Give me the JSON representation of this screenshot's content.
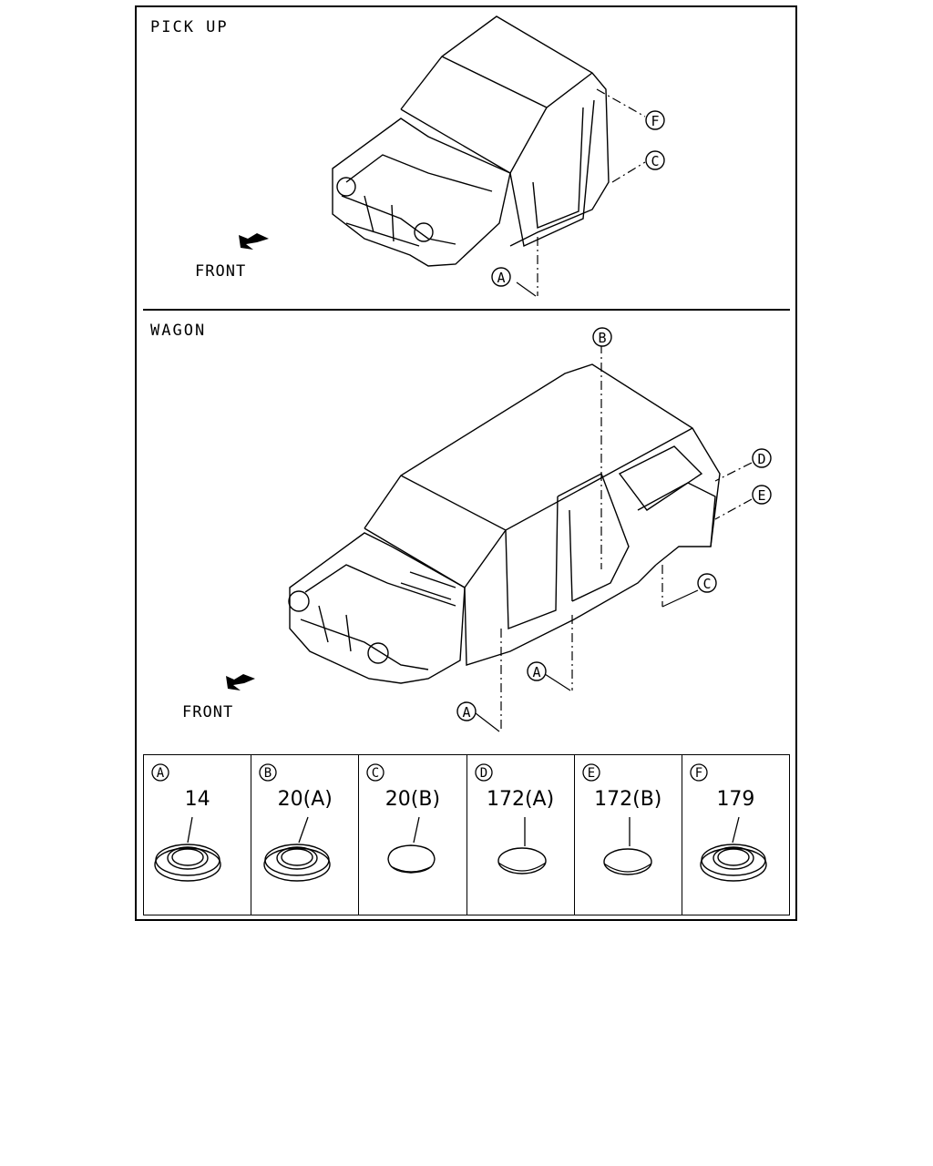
{
  "pickup": {
    "title": "PICK UP",
    "front": "FRONT",
    "callouts": [
      "F",
      "C",
      "A"
    ]
  },
  "wagon": {
    "title": "WAGON",
    "front": "FRONT",
    "callouts": [
      "B",
      "D",
      "E",
      "C",
      "A",
      "A"
    ]
  },
  "legend": [
    {
      "letter": "A",
      "part": "14",
      "shape": "grommet"
    },
    {
      "letter": "B",
      "part": "20(A)",
      "shape": "grommet"
    },
    {
      "letter": "C",
      "part": "20(B)",
      "shape": "dome-plug"
    },
    {
      "letter": "D",
      "part": "172(A)",
      "shape": "flat-plug"
    },
    {
      "letter": "E",
      "part": "172(B)",
      "shape": "flat-plug"
    },
    {
      "letter": "F",
      "part": "179",
      "shape": "grommet"
    }
  ]
}
